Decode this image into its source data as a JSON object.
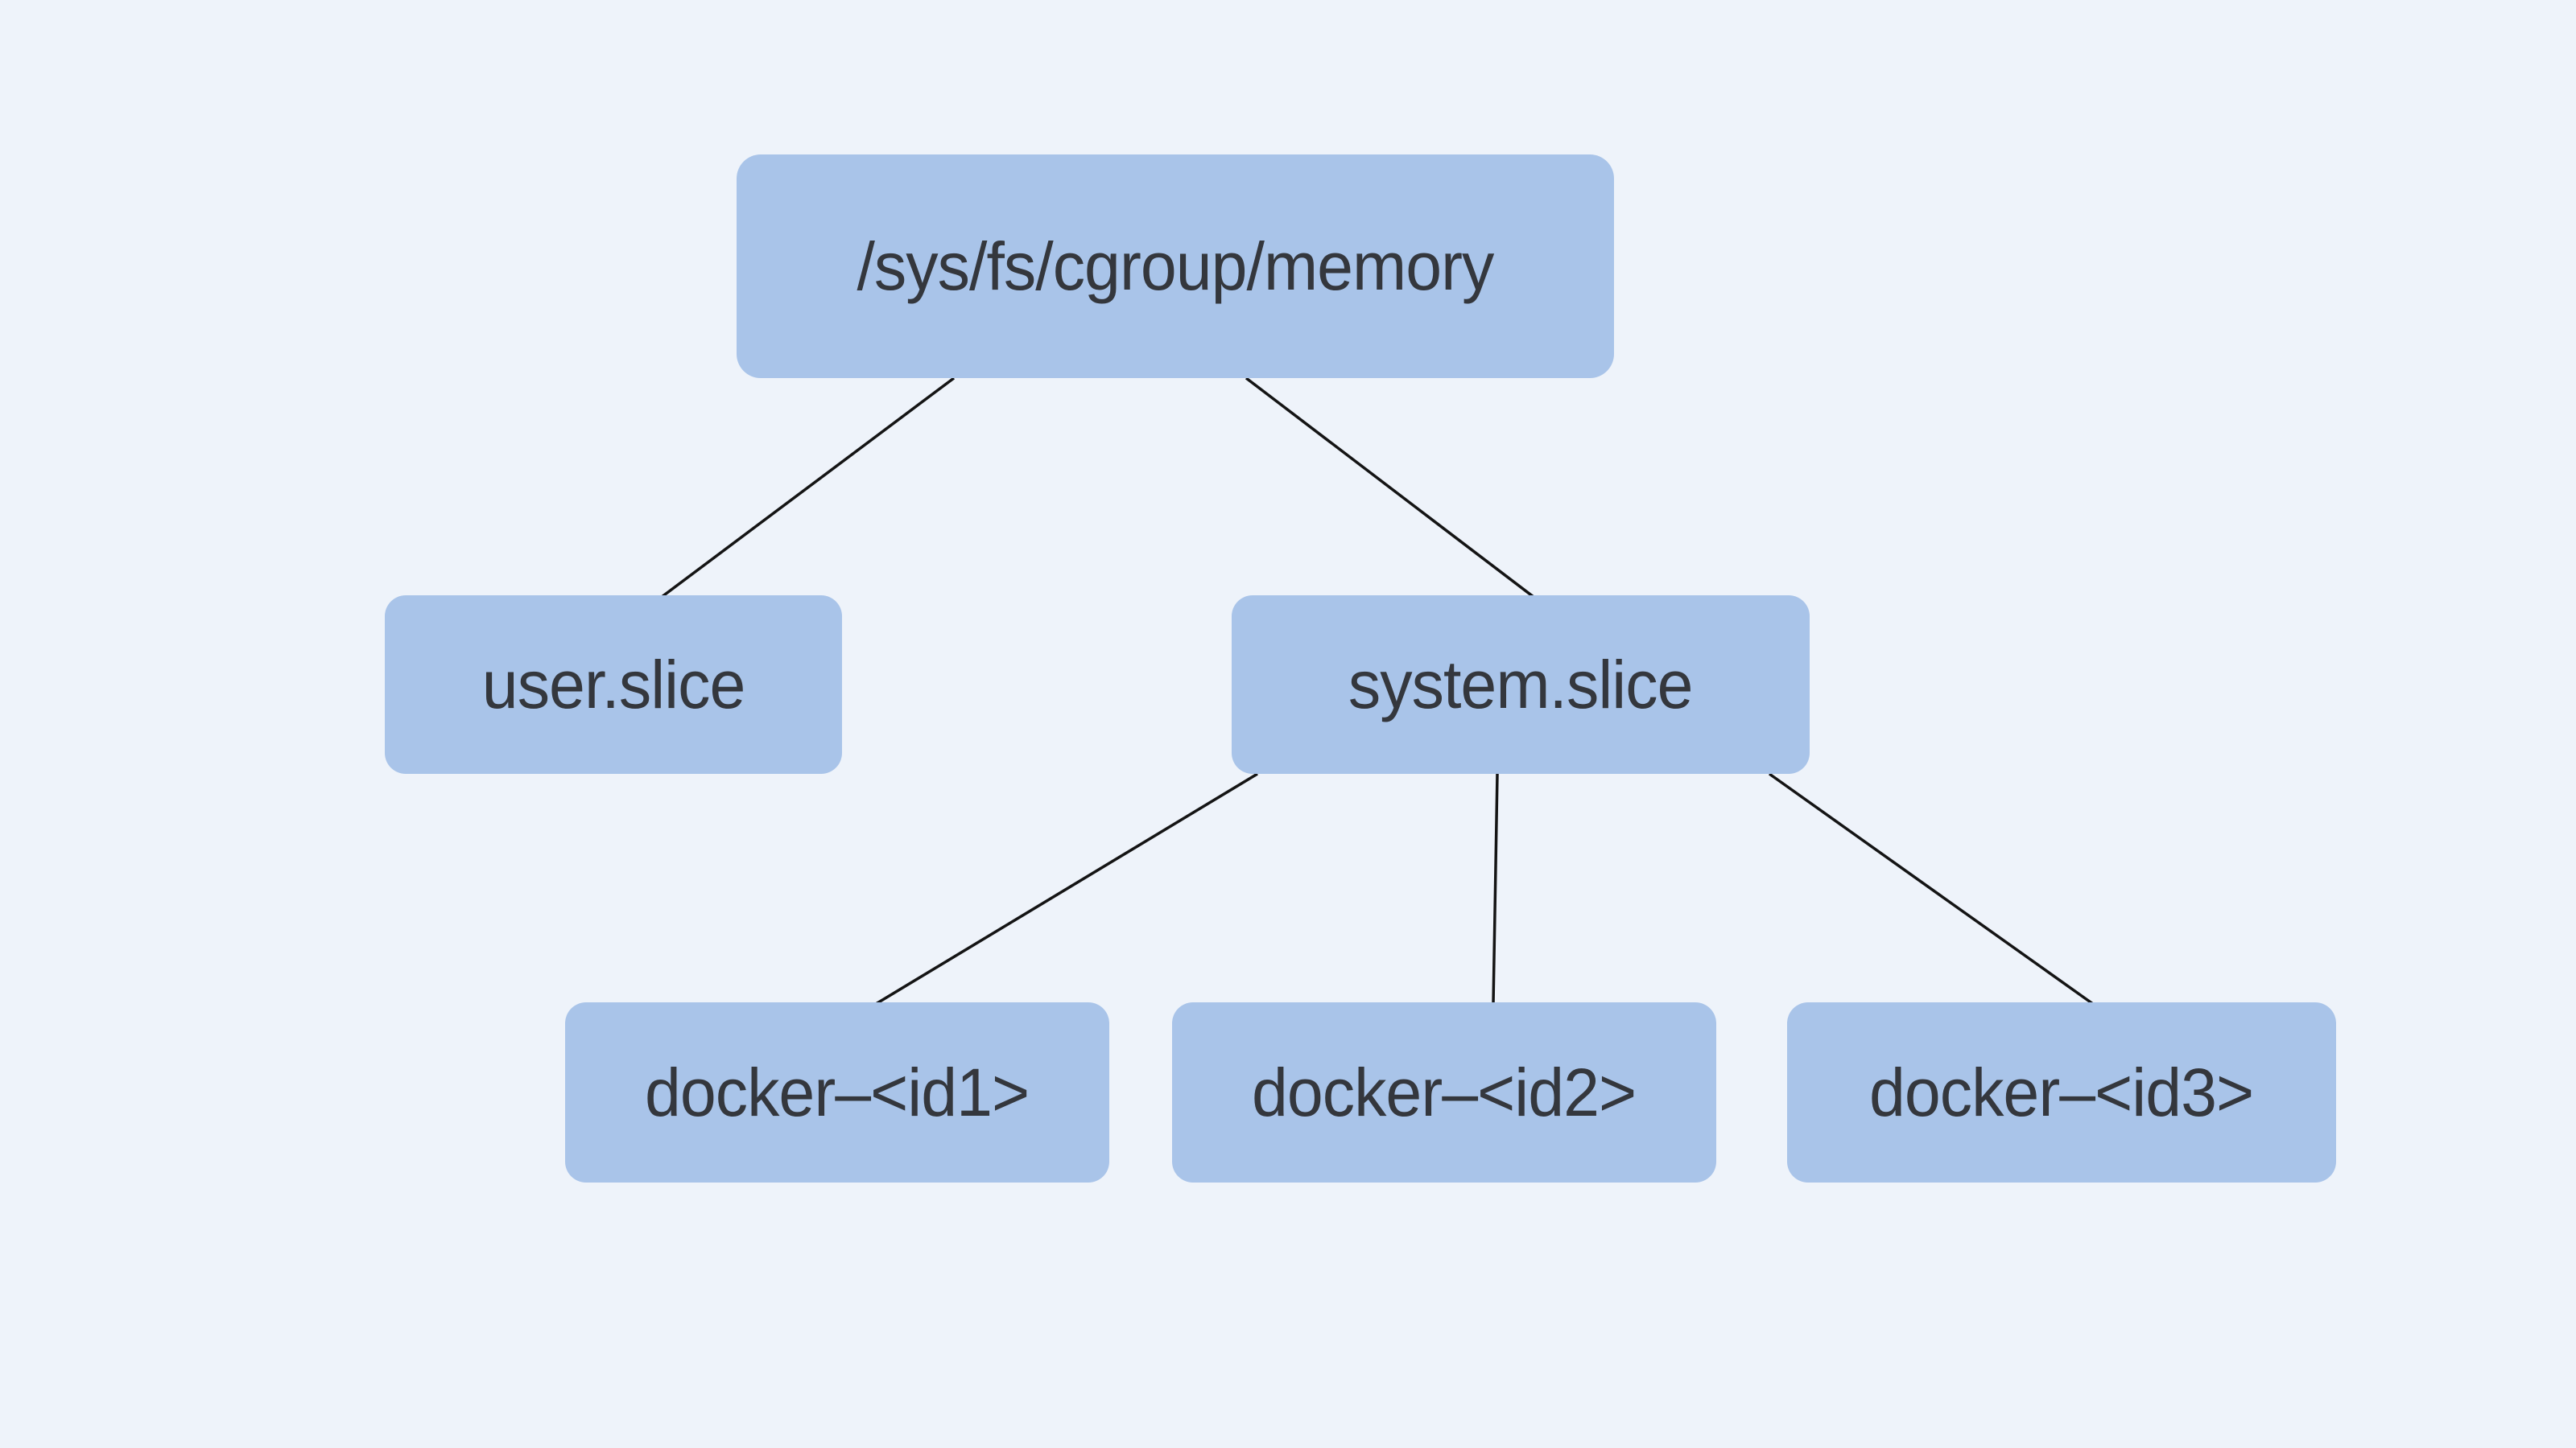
{
  "diagram": {
    "type": "tree",
    "nodes": {
      "root": {
        "label": "/sys/fs/cgroup/memory"
      },
      "user": {
        "label": "user.slice"
      },
      "system": {
        "label": "system.slice"
      },
      "docker1": {
        "label": "docker–<id1>"
      },
      "docker2": {
        "label": "docker–<id2>"
      },
      "docker3": {
        "label": "docker–<id3>"
      }
    },
    "edges": [
      {
        "from": "/sys/fs/cgroup/memory",
        "to": "user.slice"
      },
      {
        "from": "/sys/fs/cgroup/memory",
        "to": "system.slice"
      },
      {
        "from": "system.slice",
        "to": "docker–<id1>"
      },
      {
        "from": "system.slice",
        "to": "docker–<id2>"
      },
      {
        "from": "system.slice",
        "to": "docker–<id3>"
      }
    ],
    "colors": {
      "background": "#eef3fa",
      "node_fill": "#a9c4e9",
      "node_text": "#34373d",
      "edge_stroke": "#141414"
    }
  }
}
